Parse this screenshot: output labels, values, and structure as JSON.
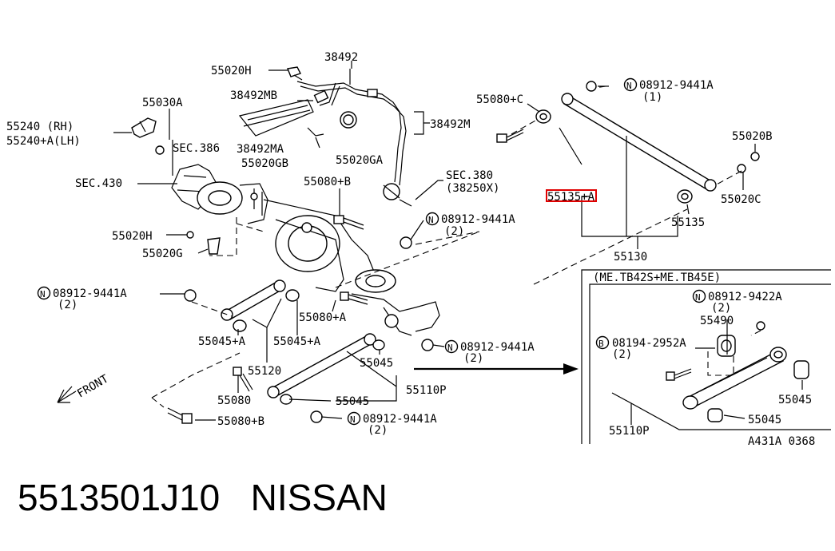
{
  "callouts": {
    "c55020h_top": "55020H",
    "c38492": "38492",
    "c55030a": "55030A",
    "c38492mb": "38492MB",
    "c55240_rh": "55240  (RH)",
    "c55240a_lh": "55240+A(LH)",
    "c_sec386": "SEC.386",
    "c38492ma": "38492MA",
    "c38492m": "38492M",
    "c55020ga": "55020GA",
    "c55020gb": "55020GB",
    "c55080c": "55080+C",
    "c_n_top_part": "08912-9441A",
    "c_n_top_qty": "(1)",
    "c55020b": "55020B",
    "c_sec430": "SEC.430",
    "c55080b_mid": "55080+B",
    "c_sec380": "SEC.380",
    "c_38250x": "(38250X)",
    "c55135a": "55135+A",
    "c55020c": "55020C",
    "c55135": "55135",
    "c_n_mid_part": "08912-9441A",
    "c_n_mid_qty": "(2)",
    "c55020h_mid": "55020H",
    "c55020g": "55020G",
    "c55130": "55130",
    "c_n_left_part": "08912-9441A",
    "c_n_left_qty": "(2)",
    "c55080a": "55080+A",
    "c55045a_l": "55045+A",
    "c55045a_r": "55045+A",
    "c_n_right_part": "08912-9441A",
    "c_n_right_qty": "(2)",
    "c55120": "55120",
    "c55045_top": "55045",
    "c_front": "FRONT",
    "c55110p": "55110P",
    "c55080": "55080",
    "c55045_bot": "55045",
    "c55080b_bot": "55080+B",
    "c_n_bot_part": "08912-9441A",
    "c_n_bot_qty": "(2)"
  },
  "inset": {
    "title": "(ME.TB42S+ME.TB45E)",
    "n_part": "08912-9422A",
    "n_qty": "(2)",
    "c55490": "55490",
    "b_part": "08194-2952A",
    "b_qty": "(2)",
    "c55045_a": "55045",
    "c55045_b": "55045",
    "c55110p": "55110P",
    "diagram_code": "A431A 0368"
  },
  "symbols": {
    "nut": "N",
    "bolt": "B"
  },
  "footer": {
    "part_number": "5513501J10",
    "brand": "NISSAN"
  },
  "highlight_color": "#e00000"
}
